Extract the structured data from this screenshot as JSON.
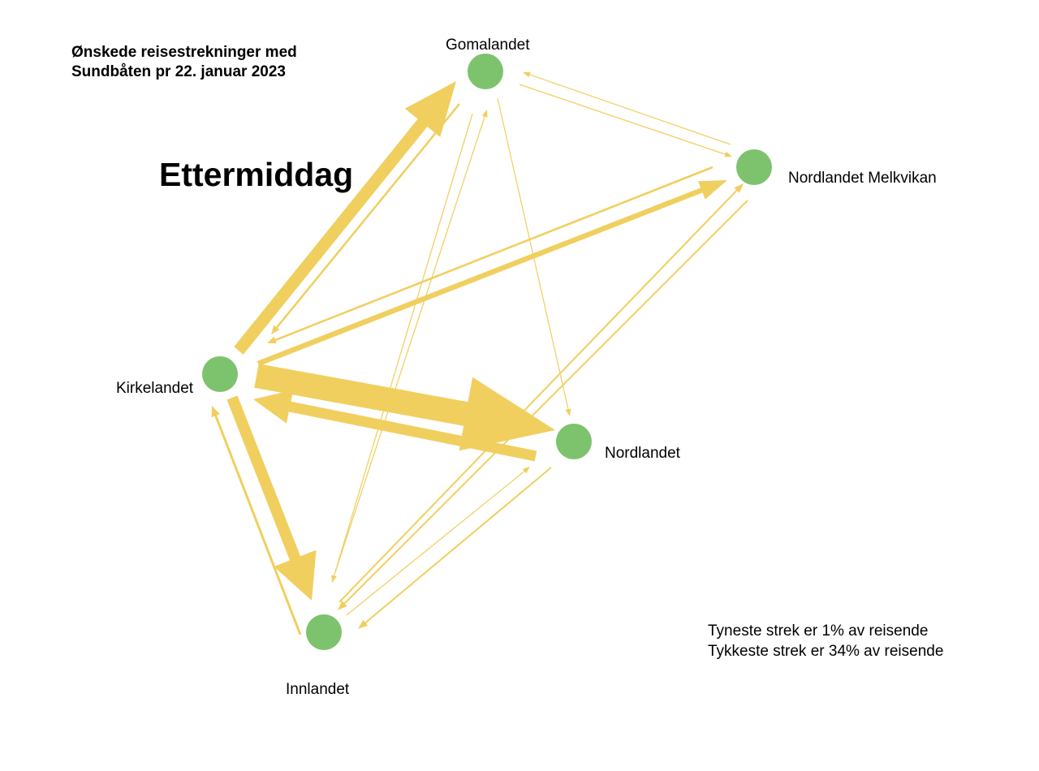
{
  "header": {
    "title_line1": "Ønskede reisestrekninger med",
    "title_line2": "Sundbåten pr 22. januar 2023"
  },
  "period_label": "Ettermiddag",
  "legend": {
    "thinnest": "Tyneste strek er 1% av reisende",
    "thickest": "Tykkeste strek er 34% av reisende"
  },
  "colors": {
    "node": "#7dc36d",
    "flow": "#f0cf5f",
    "text": "#000000"
  },
  "nodes": [
    {
      "id": "gomalandet",
      "label": "Gomalandet"
    },
    {
      "id": "nordlandet_melkvikan",
      "label": "Nordlandet Melkvikan"
    },
    {
      "id": "kirkelandet",
      "label": "Kirkelandet"
    },
    {
      "id": "nordlandet",
      "label": "Nordlandet"
    },
    {
      "id": "innlandet",
      "label": "Innlandet"
    }
  ]
}
